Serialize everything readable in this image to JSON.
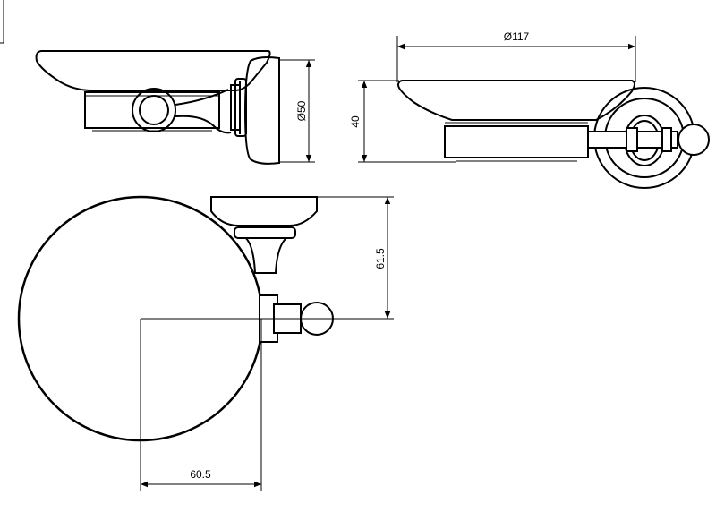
{
  "drawing": {
    "dimensions": {
      "side_height": "Ø50",
      "front_width": "Ø117",
      "front_height": "40",
      "top_projection": "61.5",
      "top_offset": "60.5"
    }
  }
}
